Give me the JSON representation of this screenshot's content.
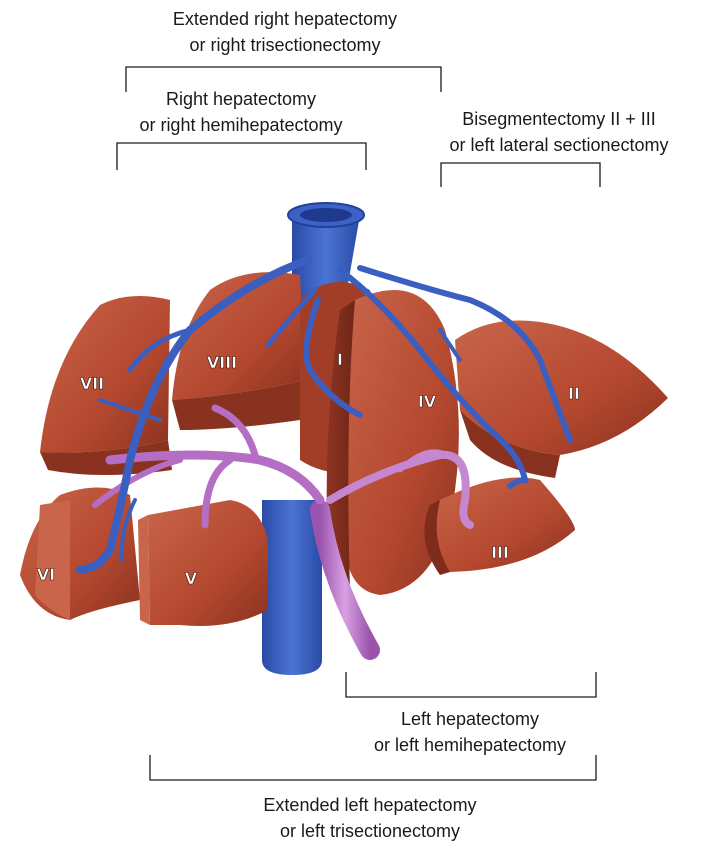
{
  "labels": {
    "extended_right": [
      "Extended right hepatectomy",
      "or right trisectionectomy"
    ],
    "right": [
      "Right hepatectomy",
      "or right hemihepatectomy"
    ],
    "bisegmentectomy": [
      "Bisegmentectomy II + III",
      "or left lateral sectionectomy"
    ],
    "left": [
      "Left hepatectomy",
      "or left hemihepatectomy"
    ],
    "extended_left": [
      "Extended left hepatectomy",
      "or left trisectionectomy"
    ]
  },
  "segments": {
    "I": "I",
    "II": "II",
    "III": "III",
    "IV": "IV",
    "V": "V",
    "VI": "VI",
    "VII": "VII",
    "VIII": "VIII"
  },
  "colors": {
    "liver": "#b4482f",
    "liver_dark": "#7e2c1c",
    "liver_light": "#c8654a",
    "hepatic_vein": "#3b5fc0",
    "portal_vein": "#b46fc4"
  }
}
